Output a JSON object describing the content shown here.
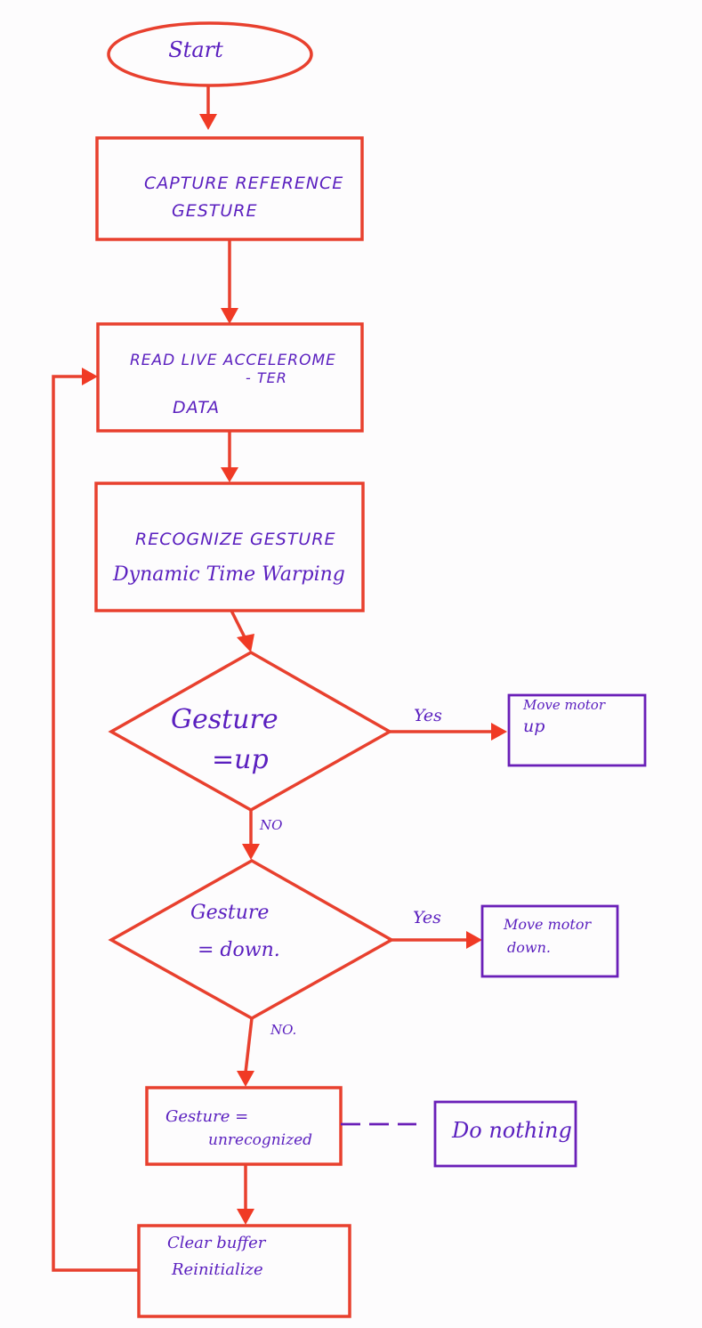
{
  "diagram": {
    "type": "flowchart",
    "colors": {
      "process_stroke": "#e8402e",
      "action_stroke": "#6a1fb8",
      "text": "#5a1fbf",
      "background": "#fdfcfd"
    },
    "nodes": {
      "start": {
        "shape": "ellipse",
        "lines": [
          "Start"
        ]
      },
      "capture": {
        "shape": "rectangle",
        "lines": [
          "CAPTURE REFERENCE",
          "GESTURE"
        ]
      },
      "read": {
        "shape": "rectangle",
        "lines": [
          "READ LIVE ACCELEROME",
          "- TER",
          "DATA"
        ]
      },
      "recognize": {
        "shape": "rectangle",
        "lines": [
          "RECOGNIZE GESTURE",
          "Dynamic Time Warping"
        ]
      },
      "decision_up": {
        "shape": "diamond",
        "lines": [
          "Gesture",
          "=up"
        ]
      },
      "move_up": {
        "shape": "rectangle",
        "lines": [
          "Move motor",
          "up"
        ]
      },
      "decision_down": {
        "shape": "diamond",
        "lines": [
          "Gesture",
          "= down."
        ]
      },
      "move_down": {
        "shape": "rectangle",
        "lines": [
          "Move motor",
          "down."
        ]
      },
      "unrecognized": {
        "shape": "rectangle",
        "lines": [
          "Gesture =",
          "unrecognized"
        ]
      },
      "do_nothing": {
        "shape": "rectangle",
        "lines": [
          "Do nothing"
        ]
      },
      "clear": {
        "shape": "rectangle",
        "lines": [
          "Clear buffer",
          "Reinitialize"
        ]
      }
    },
    "edges": [
      {
        "from": "start",
        "to": "capture",
        "label": ""
      },
      {
        "from": "capture",
        "to": "read",
        "label": ""
      },
      {
        "from": "read",
        "to": "recognize",
        "label": ""
      },
      {
        "from": "recognize",
        "to": "decision_up",
        "label": ""
      },
      {
        "from": "decision_up",
        "to": "move_up",
        "label": "Yes"
      },
      {
        "from": "decision_up",
        "to": "decision_down",
        "label": "NO"
      },
      {
        "from": "decision_down",
        "to": "move_down",
        "label": "Yes"
      },
      {
        "from": "decision_down",
        "to": "unrecognized",
        "label": "NO."
      },
      {
        "from": "unrecognized",
        "to": "do_nothing",
        "label": "",
        "style": "dashed"
      },
      {
        "from": "unrecognized",
        "to": "clear",
        "label": ""
      },
      {
        "from": "clear",
        "to": "read",
        "label": "",
        "style": "loop-back"
      }
    ]
  }
}
